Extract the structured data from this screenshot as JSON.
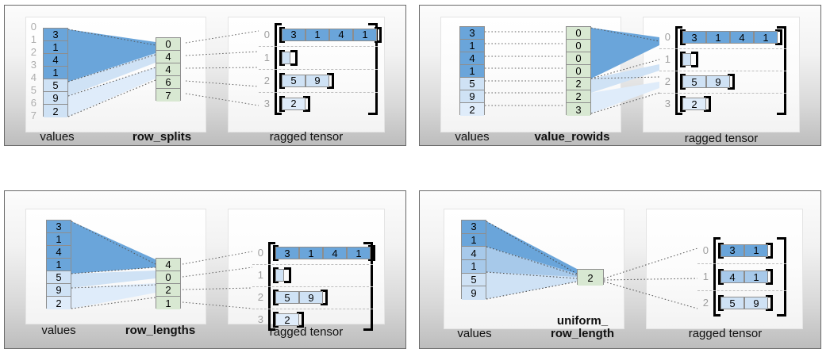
{
  "colors": {
    "blue_dark": "#6aa5da",
    "blue_mid": "#a7c9ea",
    "blue_light": "#cfe2f5",
    "blue_pale": "#dfecfa",
    "green": "#d8e8d2",
    "green_border": "#8e8e8e",
    "panel_border": "#6a6a6a",
    "index_gray": "#adadad",
    "dash_gray": "#bdbdbd"
  },
  "panels": [
    {
      "id": "row_splits",
      "values_label": "values",
      "encoding_label": "row_splits",
      "tensor_label": "ragged tensor",
      "show_value_indices": true,
      "value_indices": [
        "0",
        "1",
        "2",
        "3",
        "4",
        "5",
        "6",
        "7"
      ],
      "values": [
        "3",
        "1",
        "4",
        "1",
        "5",
        "9",
        "2"
      ],
      "value_shades": [
        "dark",
        "dark",
        "dark",
        "dark",
        "light",
        "light",
        "light"
      ],
      "encoding": [
        "0",
        "4",
        "4",
        "6",
        "7"
      ],
      "tensor_rows": [
        {
          "label": "0",
          "cells": [
            "3",
            "1",
            "4",
            "1"
          ],
          "shade": "dark"
        },
        {
          "label": "1",
          "cells": [],
          "shade": "light"
        },
        {
          "label": "2",
          "cells": [
            "5",
            "9"
          ],
          "shade": "light"
        },
        {
          "label": "3",
          "cells": [
            "2"
          ],
          "shade": "pale"
        }
      ]
    },
    {
      "id": "value_rowids",
      "values_label": "values",
      "encoding_label": "value_rowids",
      "tensor_label": "ragged tensor",
      "show_value_indices": false,
      "value_indices": [],
      "values": [
        "3",
        "1",
        "4",
        "1",
        "5",
        "9",
        "2"
      ],
      "value_shades": [
        "dark",
        "dark",
        "dark",
        "dark",
        "light",
        "light",
        "pale"
      ],
      "encoding": [
        "0",
        "0",
        "0",
        "0",
        "2",
        "2",
        "3"
      ],
      "tensor_rows": [
        {
          "label": "0",
          "cells": [
            "3",
            "1",
            "4",
            "1"
          ],
          "shade": "dark"
        },
        {
          "label": "1",
          "cells": [],
          "shade": "light"
        },
        {
          "label": "2",
          "cells": [
            "5",
            "9"
          ],
          "shade": "light"
        },
        {
          "label": "3",
          "cells": [
            "2"
          ],
          "shade": "pale"
        }
      ]
    },
    {
      "id": "row_lengths",
      "values_label": "values",
      "encoding_label": "row_lengths",
      "tensor_label": "ragged tensor",
      "show_value_indices": false,
      "value_indices": [],
      "values": [
        "3",
        "1",
        "4",
        "1",
        "5",
        "9",
        "2"
      ],
      "value_shades": [
        "dark",
        "dark",
        "dark",
        "dark",
        "light",
        "light",
        "pale"
      ],
      "encoding": [
        "4",
        "0",
        "2",
        "1"
      ],
      "tensor_rows": [
        {
          "label": "0",
          "cells": [
            "3",
            "1",
            "4",
            "1"
          ],
          "shade": "dark"
        },
        {
          "label": "1",
          "cells": [],
          "shade": "light"
        },
        {
          "label": "2",
          "cells": [
            "5",
            "9"
          ],
          "shade": "light"
        },
        {
          "label": "3",
          "cells": [
            "2"
          ],
          "shade": "pale"
        }
      ]
    },
    {
      "id": "uniform_row_length",
      "values_label": "values",
      "encoding_label": "uniform_\nrow_length",
      "tensor_label": "ragged tensor",
      "show_value_indices": false,
      "value_indices": [],
      "values": [
        "3",
        "1",
        "4",
        "1",
        "5",
        "9"
      ],
      "value_shades": [
        "dark",
        "dark",
        "mid",
        "mid",
        "light",
        "light"
      ],
      "encoding": [
        "2"
      ],
      "tensor_rows": [
        {
          "label": "0",
          "cells": [
            "3",
            "1"
          ],
          "shade": "dark"
        },
        {
          "label": "1",
          "cells": [
            "4",
            "1"
          ],
          "shade": "mid"
        },
        {
          "label": "2",
          "cells": [
            "5",
            "9"
          ],
          "shade": "light"
        }
      ]
    }
  ]
}
